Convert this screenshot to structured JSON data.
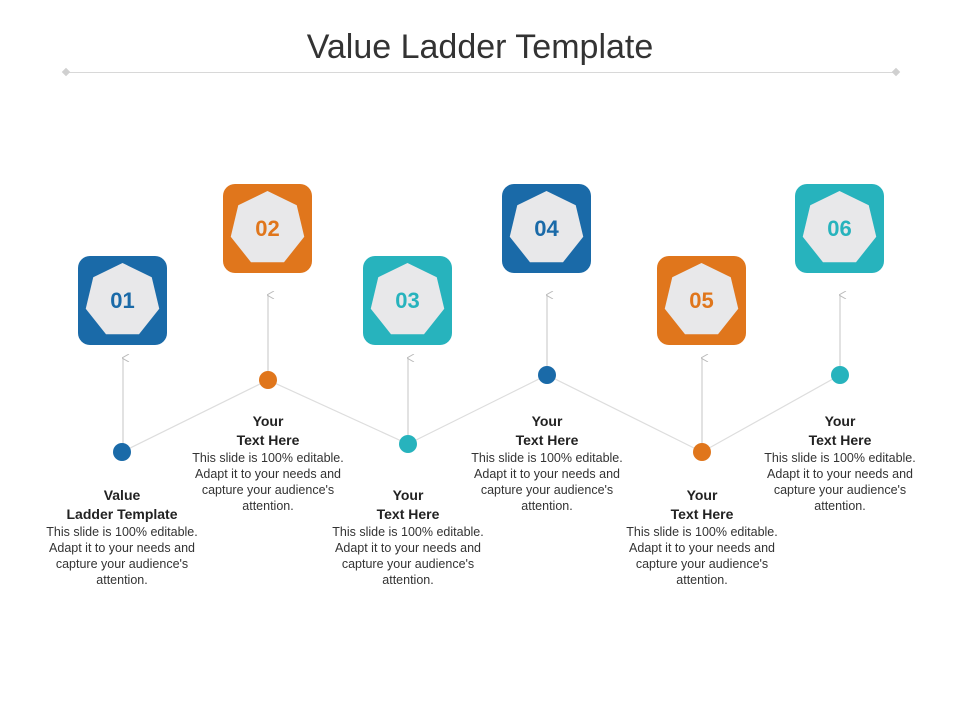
{
  "title": "Value Ladder Template",
  "colors": {
    "blue": "#1a6aa8",
    "orange": "#e0761c",
    "teal": "#27b3bd"
  },
  "steps": [
    {
      "number": "01",
      "title_line1": "Value",
      "title_line2": "Ladder Template",
      "body": "This slide is 100% editable. Adapt it to your needs and capture your audience's attention."
    },
    {
      "number": "02",
      "title_line1": "Your",
      "title_line2": "Text Here",
      "body": "This slide is 100% editable. Adapt it to your needs and capture your audience's attention."
    },
    {
      "number": "03",
      "title_line1": "Your",
      "title_line2": "Text Here",
      "body": "This slide is 100% editable. Adapt it to your needs and capture your audience's attention."
    },
    {
      "number": "04",
      "title_line1": "Your",
      "title_line2": "Text Here",
      "body": "This slide is 100% editable. Adapt it to your needs and capture your audience's attention."
    },
    {
      "number": "05",
      "title_line1": "Your",
      "title_line2": "Text Here",
      "body": "This slide is 100% editable. Adapt it to your needs and capture your audience's attention."
    },
    {
      "number": "06",
      "title_line1": "Your",
      "title_line2": "Text Here",
      "body": "This slide is 100% editable. Adapt it to your needs and capture your audience's attention."
    }
  ]
}
